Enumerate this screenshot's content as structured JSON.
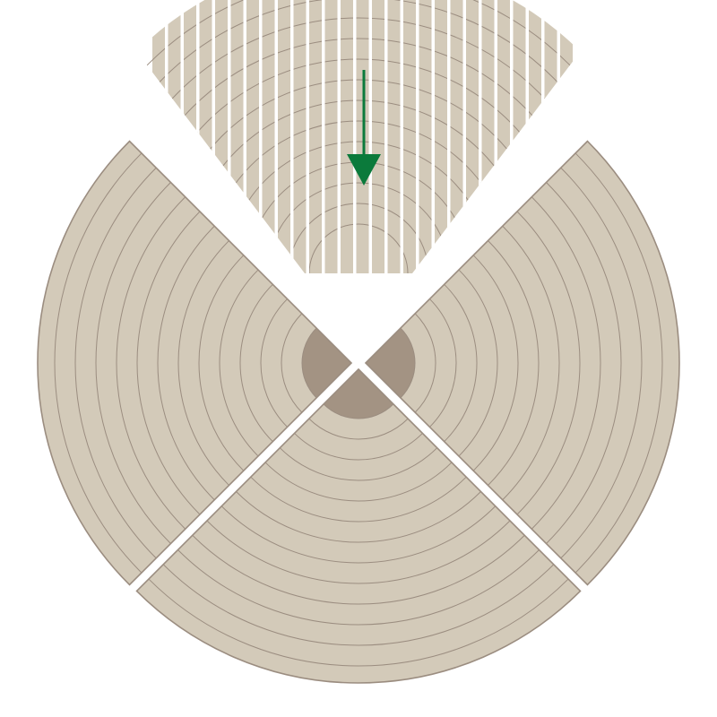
{
  "diagram": {
    "subject": "quartersawn-log-cutting",
    "colors": {
      "wood": "#d3cab9",
      "ring": "#9b8d80",
      "pith": "#a39383",
      "background": "#ffffff",
      "arrow": "#0b7a3b"
    },
    "pieces": [
      {
        "name": "left-quarter"
      },
      {
        "name": "right-quarter"
      },
      {
        "name": "bottom-quarter"
      },
      {
        "name": "top-quarter-sawn-boards"
      }
    ],
    "arrow_icon": "arrow-down-icon"
  }
}
